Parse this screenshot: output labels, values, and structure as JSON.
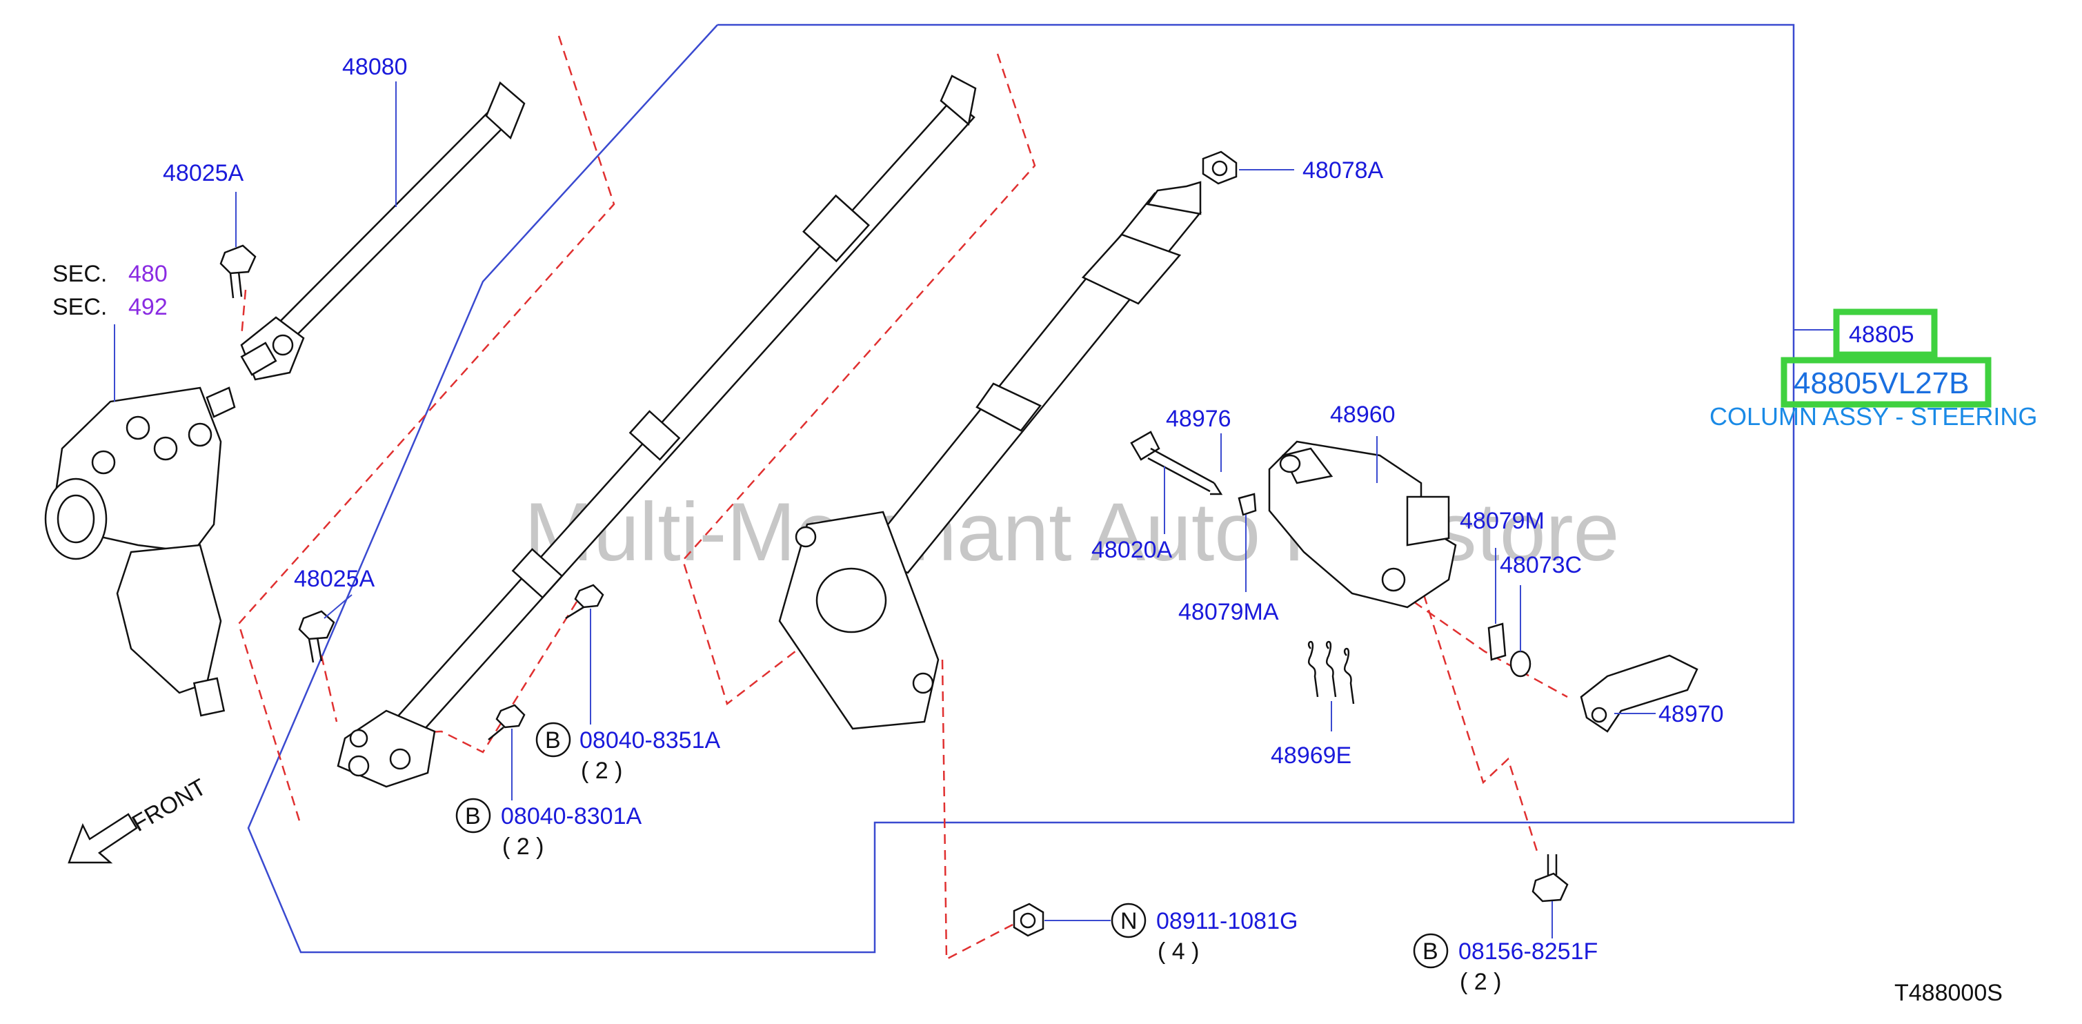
{
  "labels": {
    "p48080": "48080",
    "p48025A_top": "48025A",
    "sec1_prefix": "SEC.",
    "sec1_num": "480",
    "sec2_prefix": "SEC.",
    "sec2_num": "492",
    "p48025A_bottom": "48025A",
    "p48078A": "48078A",
    "p48976": "48976",
    "p48960": "48960",
    "p48020A": "48020A",
    "p48079MA": "48079MA",
    "p48079M": "48079M",
    "p48073C": "48073C",
    "p48970": "48970",
    "p48969E": "48969E",
    "bolt1_prefix": "B",
    "bolt1_code": "08040-8351A",
    "bolt1_qty": "( 2 )",
    "bolt2_prefix": "B",
    "bolt2_code": "08040-8301A",
    "bolt2_qty": "( 2 )",
    "nut_prefix": "N",
    "nut_code": "08911-1081G",
    "nut_qty": "( 4 )",
    "bolt3_prefix": "B",
    "bolt3_code": "08156-8251F",
    "bolt3_qty": "( 2 )",
    "front": "FRONT",
    "diagram_id": "T488000S"
  },
  "highlight": {
    "part_number": "48805",
    "full_part_number": "48805VL27B",
    "description": "COLUMN ASSY - STEERING"
  },
  "watermark": "Multi-Merchant Auto Partstore",
  "colors": {
    "label": "#1a1adb",
    "section": "#8a2be2",
    "highlight_box": "#3fd13f",
    "highlight_text": "#1a6fe0",
    "dashed_lines": "#e03030",
    "frame": "#3a4ad0"
  }
}
